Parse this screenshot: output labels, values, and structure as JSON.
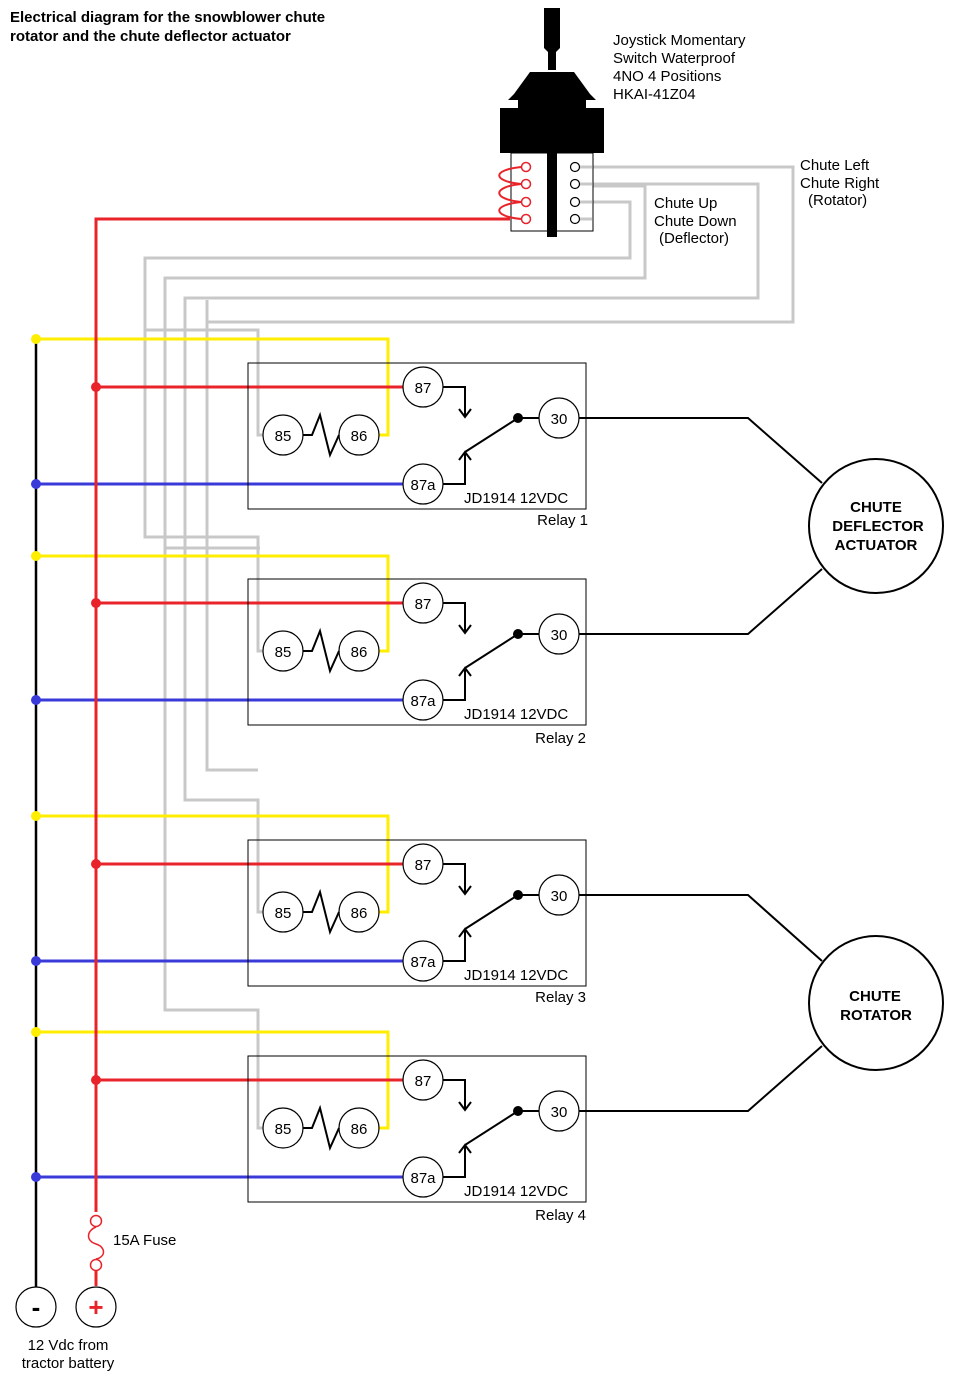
{
  "title": [
    "Electrical diagram for the snowblower chute",
    "rotator and the chute deflector actuator"
  ],
  "joystick": {
    "label": [
      "Joystick Momentary",
      "Switch Waterproof",
      "4NO 4 Positions",
      "HKAI-41Z04"
    ]
  },
  "rotator_label": [
    "Chute Left",
    "Chute Right",
    "(Rotator)"
  ],
  "deflector_label": [
    "Chute Up",
    "Chute Down",
    "(Deflector)"
  ],
  "relays": [
    {
      "name": "Relay 1",
      "model": "JD1914  12VDC",
      "pins": {
        "p87": "87",
        "p85": "85",
        "p86": "86",
        "p87a": "87a",
        "p30": "30"
      }
    },
    {
      "name": "Relay 2",
      "model": "JD1914  12VDC",
      "pins": {
        "p87": "87",
        "p85": "85",
        "p86": "86",
        "p87a": "87a",
        "p30": "30"
      }
    },
    {
      "name": "Relay 3",
      "model": "JD1914  12VDC",
      "pins": {
        "p87": "87",
        "p85": "85",
        "p86": "86",
        "p87a": "87a",
        "p30": "30"
      }
    },
    {
      "name": "Relay 4",
      "model": "JD1914  12VDC",
      "pins": {
        "p87": "87",
        "p85": "85",
        "p86": "86",
        "p87a": "87a",
        "p30": "30"
      }
    }
  ],
  "motors": [
    {
      "label": [
        "CHUTE",
        "DEFLECTOR",
        "ACTUATOR"
      ]
    },
    {
      "label": [
        "CHUTE",
        "ROTATOR"
      ]
    }
  ],
  "fuse_label": "15A Fuse",
  "battery": {
    "negative_symbol": "-",
    "positive_symbol": "+",
    "label": [
      "12 Vdc from",
      "tractor battery"
    ]
  },
  "colors": {
    "positive": "#e8232a",
    "negative": "#000000",
    "ground_87a": "#3a3ad8",
    "coil_feed": "#ffee00",
    "switch_signal": "#c8c8c8"
  }
}
